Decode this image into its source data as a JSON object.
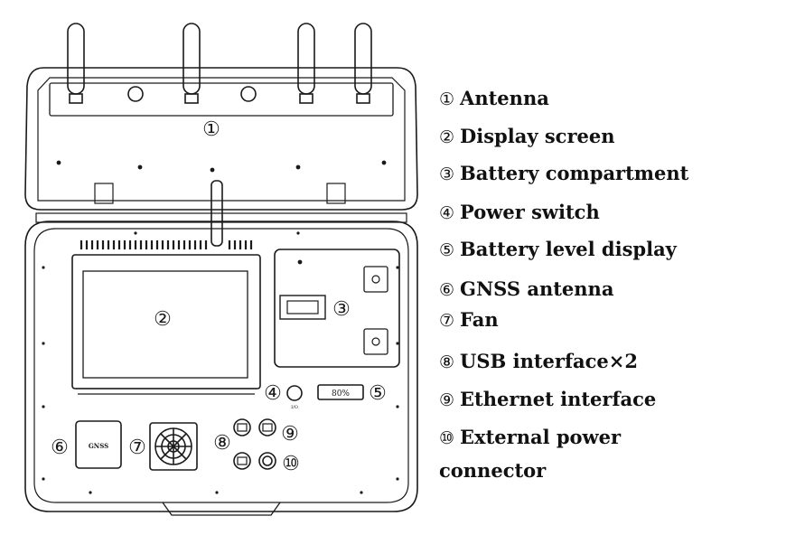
{
  "diagram": {
    "callouts": [
      {
        "num": "①",
        "label": "Antenna"
      },
      {
        "num": "②",
        "label": "Display screen"
      },
      {
        "num": "③",
        "label": "Battery compartment"
      },
      {
        "num": "④",
        "label": "Power switch"
      },
      {
        "num": "⑤",
        "label": "Battery level display"
      },
      {
        "num": "⑥",
        "label": "GNSS antenna"
      },
      {
        "num": "⑦",
        "label": "Fan"
      },
      {
        "num": "⑧",
        "label": "USB interface×2"
      },
      {
        "num": "⑨",
        "label": "Ethernet interface"
      },
      {
        "num": "⑩",
        "label": "External power connector"
      }
    ],
    "battery_display_text": "80%",
    "gnss_module_text": "GNSS"
  },
  "colors": {
    "line": "#1a1a1a",
    "background": "#ffffff"
  }
}
